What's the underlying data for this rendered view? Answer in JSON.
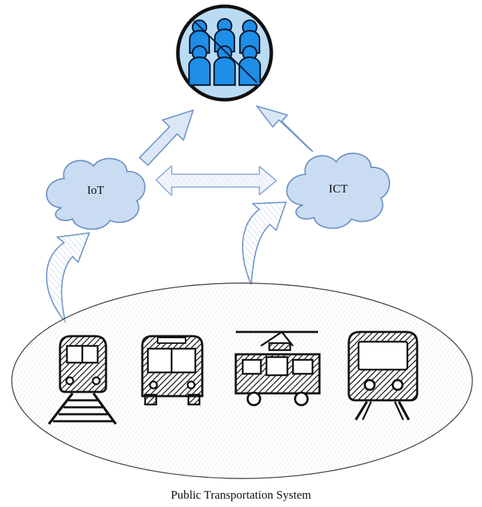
{
  "nodes": {
    "iot": {
      "label": "IoT"
    },
    "ict": {
      "label": "ICT"
    }
  },
  "caption": "Public Transportation System",
  "icons": {
    "top": "crowd-icon",
    "vehicles": [
      "train-track-icon",
      "bus-icon",
      "trolleybus-icon",
      "tram-icon"
    ]
  },
  "colors": {
    "cloud_fill": "#c9dcf2",
    "cloud_stroke": "#6b8fc4",
    "arrow_fill": "#dbe7f6",
    "arrow_stroke": "#7397c9",
    "people_fill": "#1e8ee6",
    "badge_fill": "#b9dcf3"
  }
}
